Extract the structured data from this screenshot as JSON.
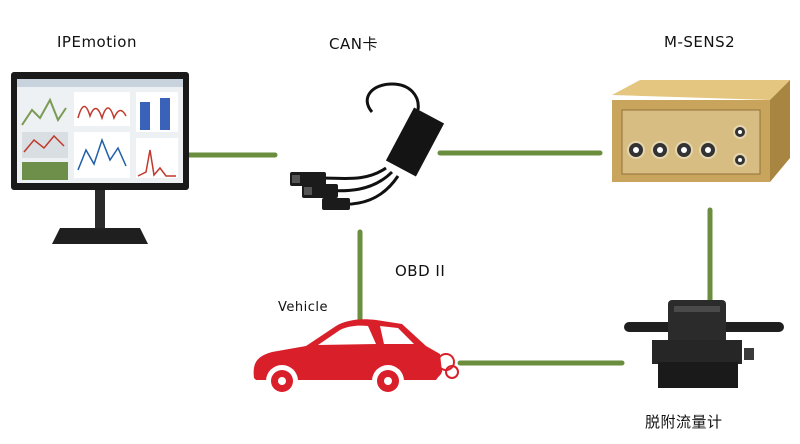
{
  "labels": {
    "software": "IPEmotion",
    "can_card": "CAN卡",
    "module": "M-SENS2",
    "obd": "OBD II",
    "vehicle": "Vehicle",
    "flowmeter": "脱附流量计"
  },
  "colors": {
    "link": "#6b8e3e",
    "vehicle_body": "#d9202a",
    "module_body": "#c8a45c",
    "screen_bezel": "#1a1a1a"
  },
  "icons": [
    "monitor-icon",
    "can-interface-icon",
    "measurement-module-icon",
    "vehicle-icon",
    "exhaust-puff-icon",
    "flowmeter-icon"
  ]
}
